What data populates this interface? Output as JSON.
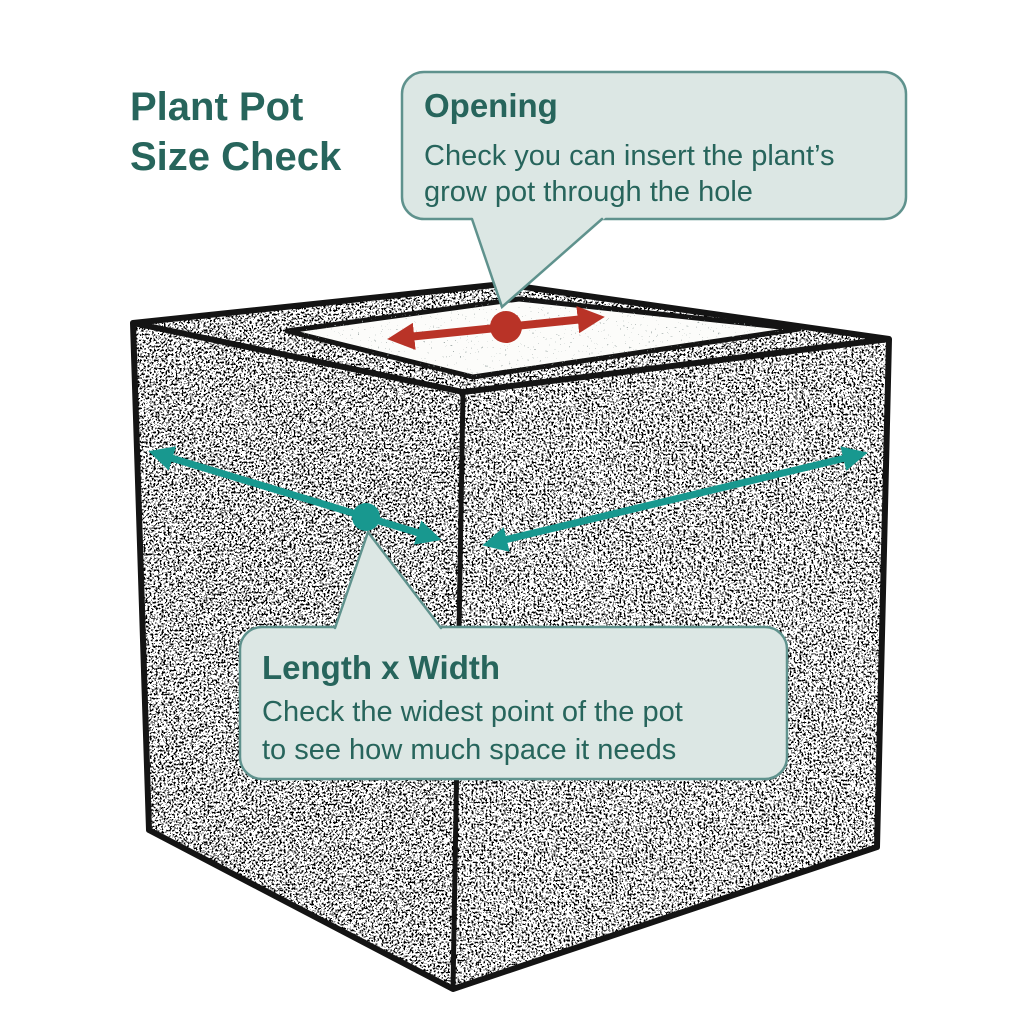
{
  "title": {
    "line1": "Plant Pot",
    "line2": "Size Check"
  },
  "callouts": {
    "opening": {
      "heading": "Opening",
      "lines": [
        "Check you can insert the plant’s",
        "grow pot through the hole"
      ]
    },
    "dimensions": {
      "heading": "Length x Width",
      "lines": [
        "Check the widest point of the pot",
        "to see how much space it needs"
      ]
    }
  },
  "colors": {
    "accent_teal": "#18988F",
    "arrow_red": "#B93327",
    "text_dark": "#27655C",
    "bubble_fill": "#DCE7E4",
    "bubble_border": "#5F928D",
    "ink": "#141414",
    "page_bg": "#FFFFFF"
  }
}
